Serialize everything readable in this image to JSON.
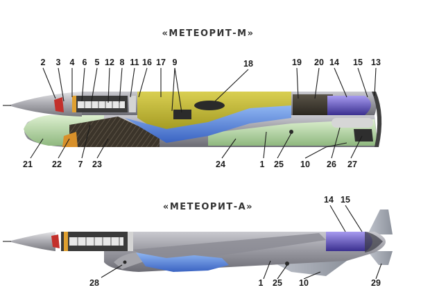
{
  "diagram_m": {
    "title": "«МЕТЕОРИТ-М»",
    "labels_top": [
      "2",
      "3",
      "4",
      "6",
      "5",
      "12",
      "8",
      "11",
      "16",
      "17",
      "9",
      "18",
      "19",
      "20",
      "14",
      "15",
      "13"
    ],
    "labels_bottom": [
      "21",
      "22",
      "7",
      "23",
      "24",
      "1",
      "25",
      "10",
      "26",
      "27"
    ]
  },
  "diagram_a": {
    "title": "«МЕТЕОРИТ-А»",
    "labels": [
      "14",
      "15",
      "28",
      "1",
      "25",
      "10",
      "29"
    ]
  }
}
